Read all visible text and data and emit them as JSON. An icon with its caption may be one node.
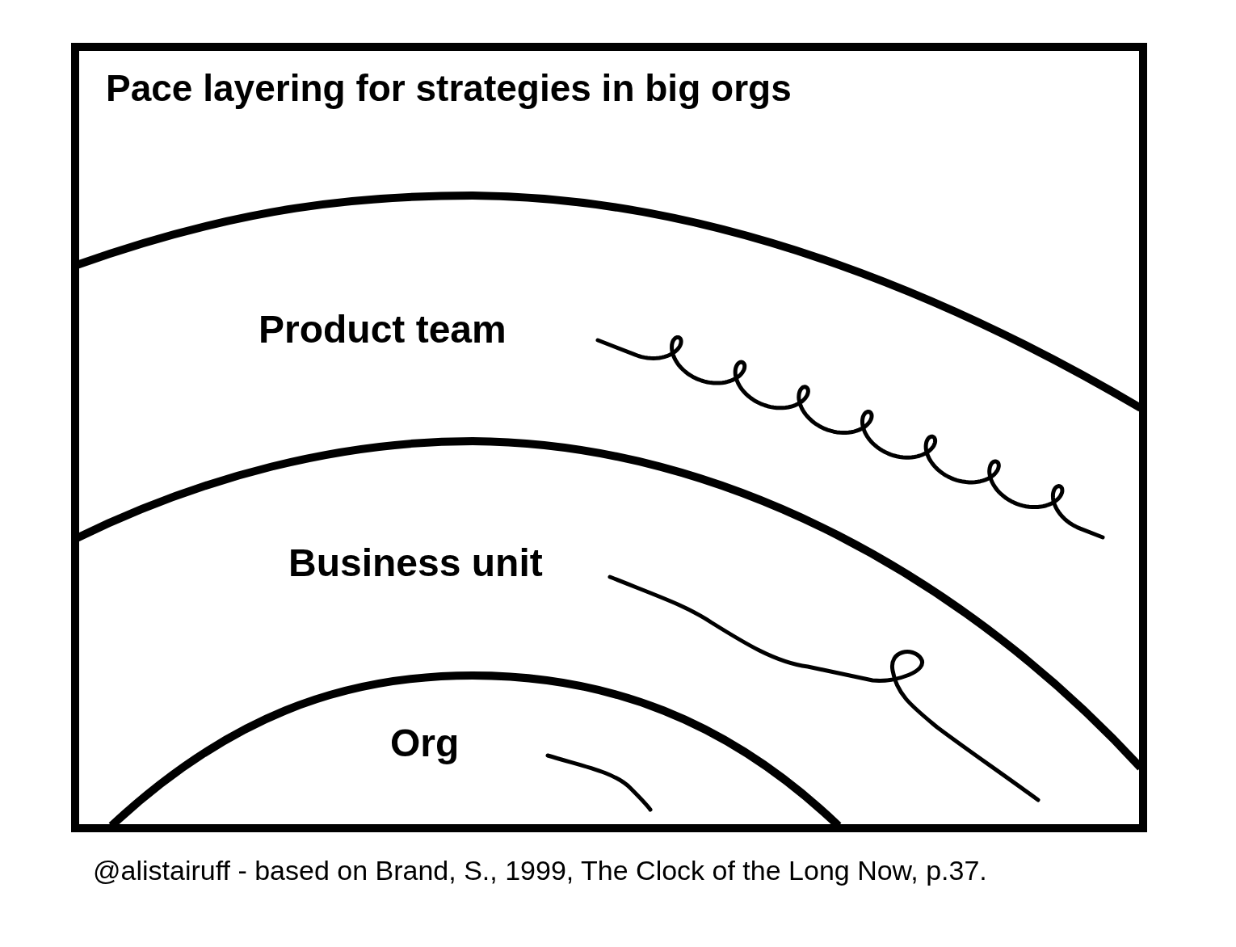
{
  "diagram": {
    "title": "Pace layering for strategies in big orgs",
    "caption": "@alistairuff - based on Brand, S., 1999, The Clock of the Long Now, p.37.",
    "nodes": [
      {
        "text": [
          "Product team"
        ]
      },
      {
        "text": [
          "Business unit"
        ],
        "in": 0
      },
      {
        "text": [
          "Org"
        ],
        "in": 1
      }
    ]
  }
}
